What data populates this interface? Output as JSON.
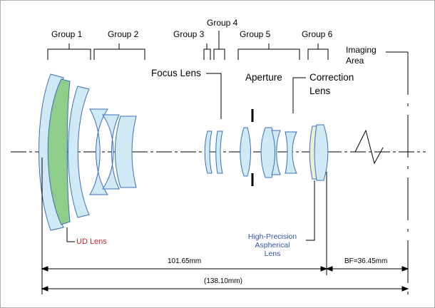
{
  "groups": {
    "g1": "Group 1",
    "g2": "Group 2",
    "g3": "Group 3",
    "g4": "Group 4",
    "g5": "Group 5",
    "g6": "Group 6"
  },
  "labels": {
    "focus": "Focus Lens",
    "aperture": "Aperture",
    "correction_l1": "Correction",
    "correction_l2": "Lens",
    "imaging_l1": "Imaging",
    "imaging_l2": "Area",
    "ud": "UD Lens",
    "asph_l1": "High-Precision",
    "asph_l2": "Aspherical",
    "asph_l3": "Lens"
  },
  "dimensions": {
    "lens_length": "101.65mm",
    "back_focus": "BF=36.45mm",
    "total_length": "(138.10mm)"
  },
  "colors": {
    "lens_fill": "#cfe9f5",
    "ud_fill": "#8fcd8b",
    "asph_fill": "#e9f1d2",
    "ud_text": "#c8242c",
    "asph_text": "#2f56a8"
  }
}
